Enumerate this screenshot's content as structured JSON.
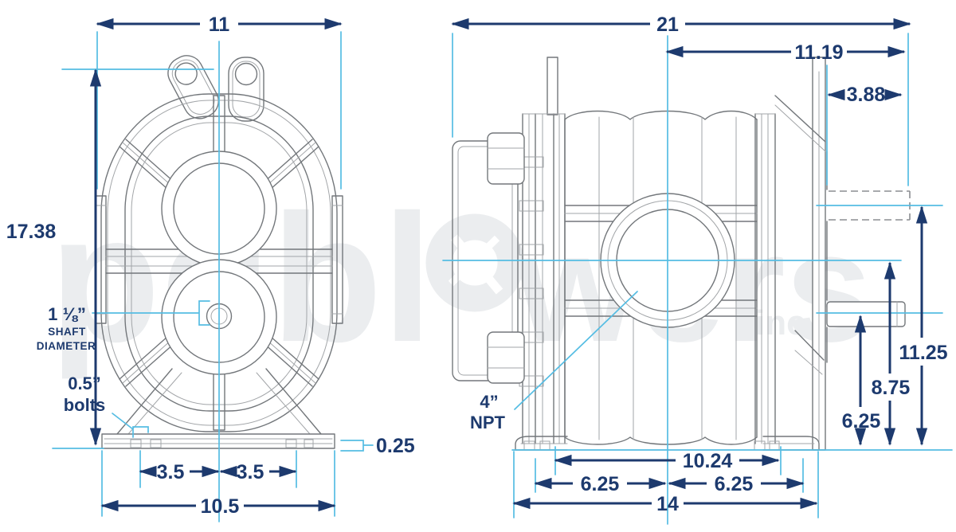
{
  "colors": {
    "dimension": "#1d3a6e",
    "guide": "#55bde3",
    "line": "#73777b",
    "line_light": "#a2a5a8",
    "dashed_line": "#8b8e92",
    "watermark": "#ebedef",
    "background": "#ffffff"
  },
  "watermark": {
    "word_start": "pdbl",
    "word_end": "wers",
    "suffix": "inc"
  },
  "front_view": {
    "dims": {
      "width": "11",
      "height": "17.38",
      "shaft_diameter_value": "1 ⅛”",
      "shaft_diameter_line1": "SHAFT",
      "shaft_diameter_line2": "DIAMETER",
      "bolt_size": "0.5”",
      "bolt_word": "bolts",
      "bolt_spacing_left": "3.5",
      "bolt_spacing_right": "3.5",
      "base_width": "10.5",
      "base_plate_thickness": "0.25"
    }
  },
  "side_view": {
    "dims": {
      "overall_length": "21",
      "center_to_shaft_end": "11.19",
      "shaft_extension": "3.88",
      "port_size": "4”",
      "port_thread": "NPT",
      "top_shaft_height": "11.25",
      "port_center_height": "8.75",
      "drive_shaft_height": "6.25",
      "mount_hole_span": "10.24",
      "mount_left": "6.25",
      "mount_right": "6.25",
      "base_length": "14"
    }
  }
}
